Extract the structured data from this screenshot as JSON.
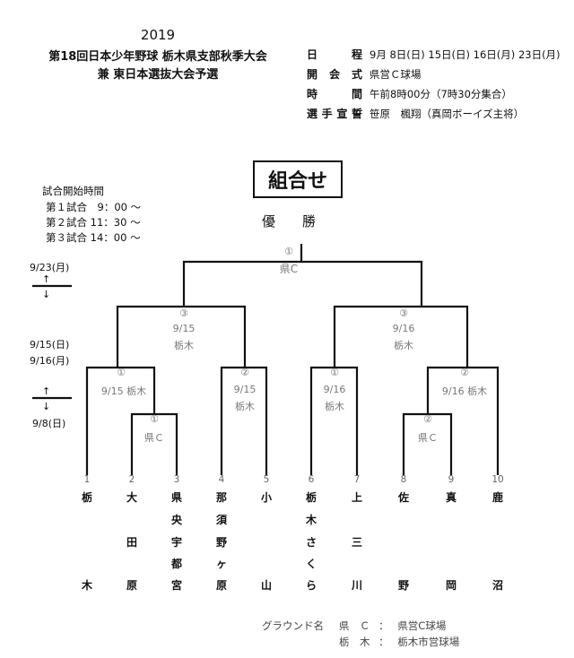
{
  "header": {
    "year": "2019",
    "title_line1": "第18回日本少年野球 栃木県支部秋季大会",
    "title_line2": "兼 東日本選抜大会予選"
  },
  "info": [
    {
      "label": "日程",
      "value": "9月 8日(日) 15日(日) 16日(月) 23日(月)"
    },
    {
      "label": "開会式",
      "value": "県営Ｃ球場"
    },
    {
      "label": "時間",
      "value": "午前8時00分（7時30分集合）"
    },
    {
      "label": "選手宣誓",
      "value": "笹原　楓翔（真岡ボーイズ主将）"
    }
  ],
  "bracket_title": "組合せ",
  "start_times": {
    "heading": "試合開始時間",
    "games": [
      "第１試合　9：00 ～",
      "第２試合 11：30 ～",
      "第３試合 14：00 ～"
    ]
  },
  "champion_label": "優　　勝",
  "round_dates": {
    "final": "9/23(月)",
    "semi_a": "9/15(日)",
    "semi_b": "9/16(月)",
    "first": "9/8(日)",
    "arrow_up": "↑",
    "arrow_down": "↓"
  },
  "matches": {
    "final": {
      "no": "①",
      "venue": "県C"
    },
    "semi_left": {
      "no": "③",
      "date": "9/15",
      "venue": "栃木"
    },
    "semi_right": {
      "no": "③",
      "date": "9/16",
      "venue": "栃木"
    },
    "qf1": {
      "no": "①",
      "text": "9/15 栃木"
    },
    "qf2": {
      "no": "②",
      "date": "9/15",
      "venue": "栃木"
    },
    "qf3": {
      "no": "①",
      "date": "9/16",
      "venue": "栃木"
    },
    "qf4": {
      "no": "②",
      "text": "9/16 栃木"
    },
    "r1a": {
      "no": "①",
      "venue": "県Ｃ"
    },
    "r1b": {
      "no": "②",
      "venue": "県Ｃ"
    }
  },
  "teams": [
    {
      "no": "1",
      "chars": [
        "栃",
        "",
        "",
        "",
        "木"
      ]
    },
    {
      "no": "2",
      "chars": [
        "大",
        "",
        "田",
        "",
        "原"
      ]
    },
    {
      "no": "3",
      "chars": [
        "県",
        "央",
        "宇",
        "都",
        "宮"
      ]
    },
    {
      "no": "4",
      "chars": [
        "那",
        "須",
        "野",
        "ヶ",
        "原"
      ]
    },
    {
      "no": "5",
      "chars": [
        "小",
        "",
        "",
        "",
        "山"
      ]
    },
    {
      "no": "6",
      "chars": [
        "栃",
        "木",
        "さ",
        "く",
        "ら"
      ]
    },
    {
      "no": "7",
      "chars": [
        "上",
        "",
        "三",
        "",
        "川"
      ]
    },
    {
      "no": "8",
      "chars": [
        "佐",
        "",
        "",
        "",
        "野"
      ]
    },
    {
      "no": "9",
      "chars": [
        "真",
        "",
        "",
        "",
        "岡"
      ]
    },
    {
      "no": "10",
      "chars": [
        "鹿",
        "",
        "",
        "",
        "沼"
      ]
    }
  ],
  "grounds": {
    "heading": "グラウンド名",
    "items": [
      {
        "short": "県　Ｃ",
        "sep": "：",
        "name": "県営C球場"
      },
      {
        "short": "栃　木",
        "sep": "：",
        "name": "栃木市営球場"
      }
    ]
  }
}
